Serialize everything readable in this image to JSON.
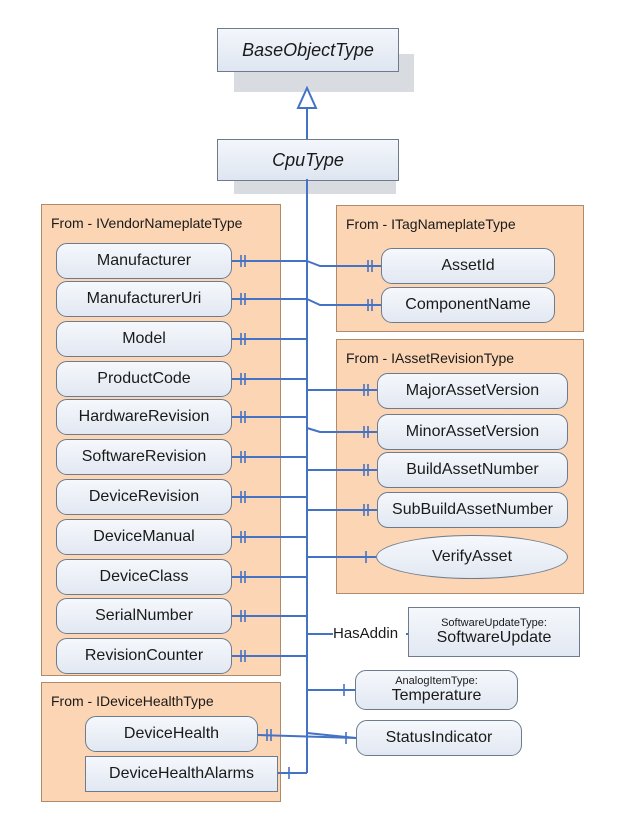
{
  "base_type": "BaseObjectType",
  "main_type": "CpuType",
  "groups": {
    "vendor": {
      "title": "From - IVendorNameplateType",
      "items": [
        "Manufacturer",
        "ManufacturerUri",
        "Model",
        "ProductCode",
        "HardwareRevision",
        "SoftwareRevision",
        "DeviceRevision",
        "DeviceManual",
        "DeviceClass",
        "SerialNumber",
        "RevisionCounter"
      ]
    },
    "tag": {
      "title": "From - ITagNameplateType",
      "items": [
        "AssetId",
        "ComponentName"
      ]
    },
    "asset": {
      "title": "From - IAssetRevisionType",
      "items": [
        "MajorAssetVersion",
        "MinorAssetVersion",
        "BuildAssetNumber",
        "SubBuildAssetNumber"
      ],
      "method": "VerifyAsset"
    },
    "health": {
      "title": "From - IDeviceHealthType",
      "items": [
        "DeviceHealth",
        "DeviceHealthAlarms"
      ]
    }
  },
  "addin": {
    "relation": "HasAddin",
    "type_label": "SoftwareUpdateType:",
    "name": "SoftwareUpdate"
  },
  "temperature": {
    "type_label": "AnalogItemType:",
    "name": "Temperature"
  },
  "status_indicator": "StatusIndicator",
  "colors": {
    "group_fill": "#fcd5b4",
    "node_fill": "#e2e8f2",
    "line": "#4472c4"
  }
}
